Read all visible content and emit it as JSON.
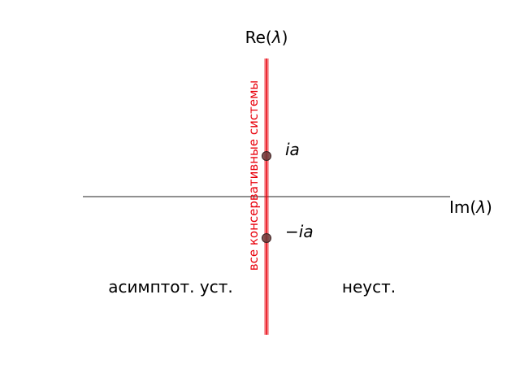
{
  "diagram": {
    "vertical_axis_label_prefix": "Re(",
    "vertical_axis_label_symbol": "λ",
    "vertical_axis_label_suffix": ")",
    "horizontal_axis_label_prefix": "Im(",
    "horizontal_axis_label_symbol": "λ",
    "horizontal_axis_label_suffix": ")",
    "conservative_band_label": "все консервативные системы",
    "left_region_label": "асимптот. уст.",
    "right_region_label": "неуст.",
    "points": [
      {
        "label": "ia"
      },
      {
        "label": "−ia"
      }
    ],
    "colors": {
      "axis": "#808080",
      "band": "#e8000b",
      "band_text": "#e8000b",
      "point_fill": "#6b3a3a",
      "point_stroke": "#3a2020"
    }
  }
}
